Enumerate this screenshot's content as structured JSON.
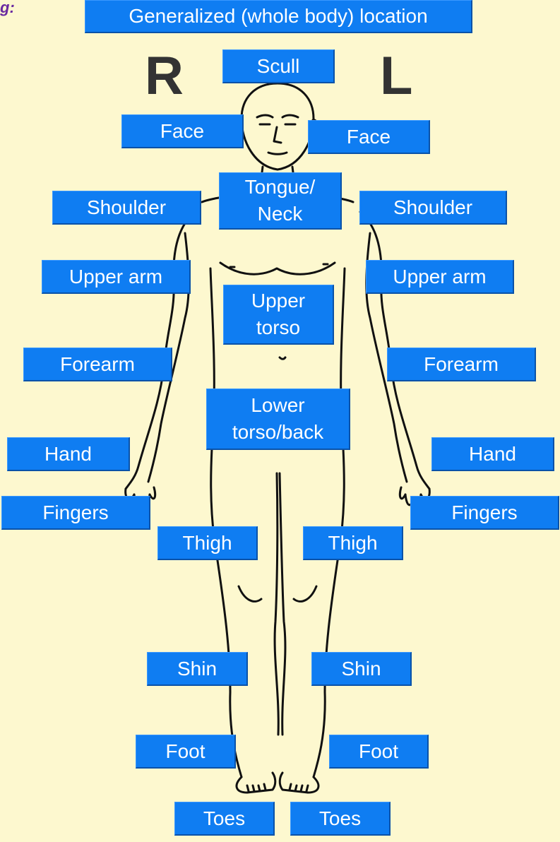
{
  "colors": {
    "background": "#fdf8cf",
    "button": "#0f7df2",
    "button_text": "#ffffff",
    "outline": "#111111",
    "purple_text": "#6a2aa0"
  },
  "corner_fragment": "g:",
  "side_labels": {
    "right": "R",
    "left": "L"
  },
  "buttons": {
    "generalized": "Generalized (whole body) location",
    "scull": "Scull",
    "face_r": "Face",
    "face_l": "Face",
    "tongue_neck": "Tongue/\nNeck",
    "shoulder_r": "Shoulder",
    "shoulder_l": "Shoulder",
    "upper_arm_r": "Upper arm",
    "upper_arm_l": "Upper arm",
    "upper_torso": "Upper\ntorso",
    "forearm_r": "Forearm",
    "forearm_l": "Forearm",
    "lower_torso_back": "Lower\ntorso/back",
    "hand_r": "Hand",
    "hand_l": "Hand",
    "fingers_r": "Fingers",
    "fingers_l": "Fingers",
    "thigh_r": "Thigh",
    "thigh_l": "Thigh",
    "shin_r": "Shin",
    "shin_l": "Shin",
    "foot_r": "Foot",
    "foot_l": "Foot",
    "toes_r": "Toes",
    "toes_l": "Toes"
  }
}
